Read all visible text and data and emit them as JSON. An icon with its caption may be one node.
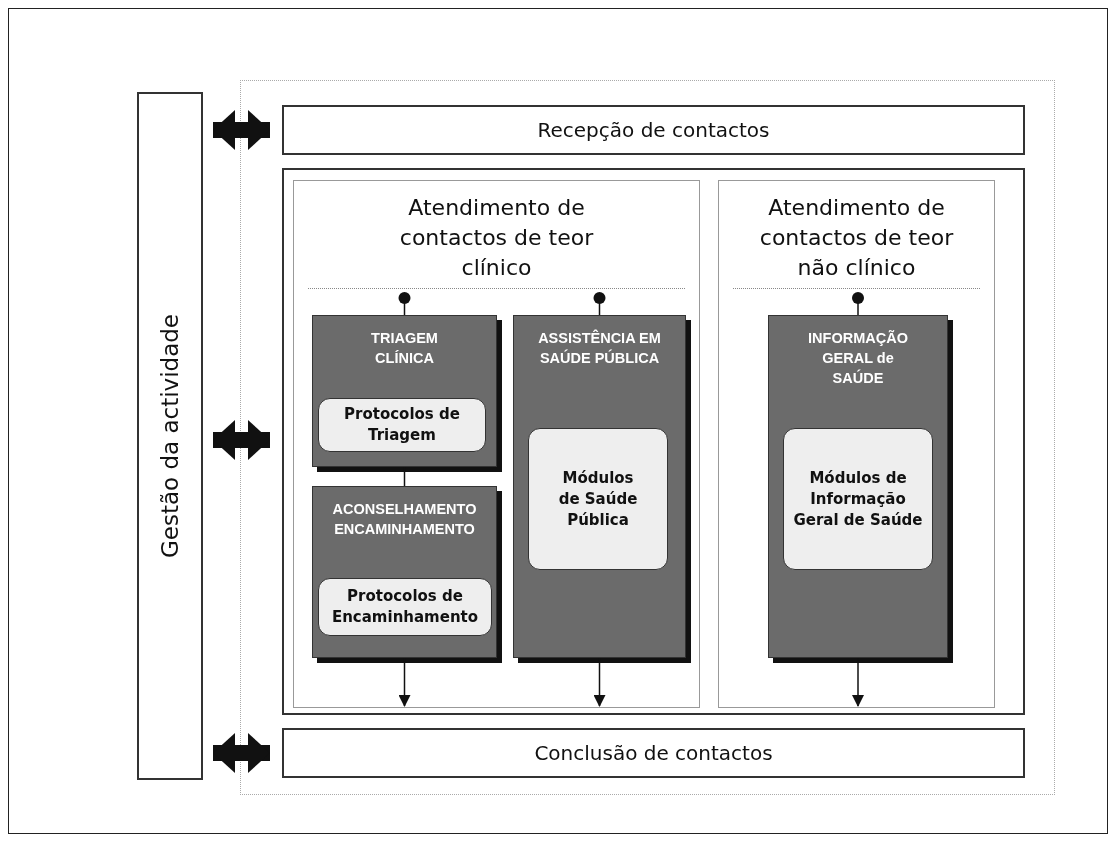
{
  "diagram": {
    "nodes": [
      {
        "text": [
          "Gestão da actividade"
        ]
      },
      {
        "text": [
          "Recepção de contactos"
        ]
      },
      {
        "text": [],
        "shape": "box"
      },
      {
        "text": [
          "Atendimento de contactos de teor clínico"
        ],
        "in": 2
      },
      {
        "text": [
          "TRIAGEM CLÍNICA"
        ],
        "in": 3
      },
      {
        "text": [
          "Protocolos de Triagem"
        ],
        "in": 4
      },
      {
        "text": [
          "ACONSELHAMENTO ENCAMINHAMENTO"
        ],
        "in": 3
      },
      {
        "text": [
          "Protocolos de Encaminhamento"
        ],
        "in": 6
      },
      {
        "text": [
          "ASSISTÊNCIA EM SAÚDE PÚBLICA"
        ],
        "in": 3
      },
      {
        "text": [
          "Módulos de Saúde Pública"
        ],
        "in": 8
      },
      {
        "text": [
          "Atendimento de contactos de teor não clínico"
        ],
        "in": 2
      },
      {
        "text": [
          "INFORMAÇÃO GERAL de SAÚDE"
        ],
        "in": 10
      },
      {
        "text": [
          "Módulos de Informação Geral de Saúde"
        ],
        "in": 11
      },
      {
        "text": [
          "Conclusão de contactos"
        ]
      }
    ],
    "edges": [
      {
        "from": 0,
        "to": 1,
        "arrow": "both",
        "style": "thick"
      },
      {
        "from": 0,
        "to": 2,
        "arrow": "both",
        "style": "thick"
      },
      {
        "from": 0,
        "to": 13,
        "arrow": "both",
        "style": "thick"
      },
      {
        "from": null,
        "to": 4,
        "arrow": "other"
      },
      {
        "from": null,
        "to": 8,
        "arrow": "other"
      },
      {
        "from": null,
        "to": 11,
        "arrow": "other"
      },
      {
        "from": 4,
        "to": 6,
        "arrow": "none"
      },
      {
        "from": 6,
        "to": null,
        "arrow": "to"
      },
      {
        "from": 8,
        "to": null,
        "arrow": "to"
      },
      {
        "from": 11,
        "to": null,
        "arrow": "to"
      }
    ]
  }
}
